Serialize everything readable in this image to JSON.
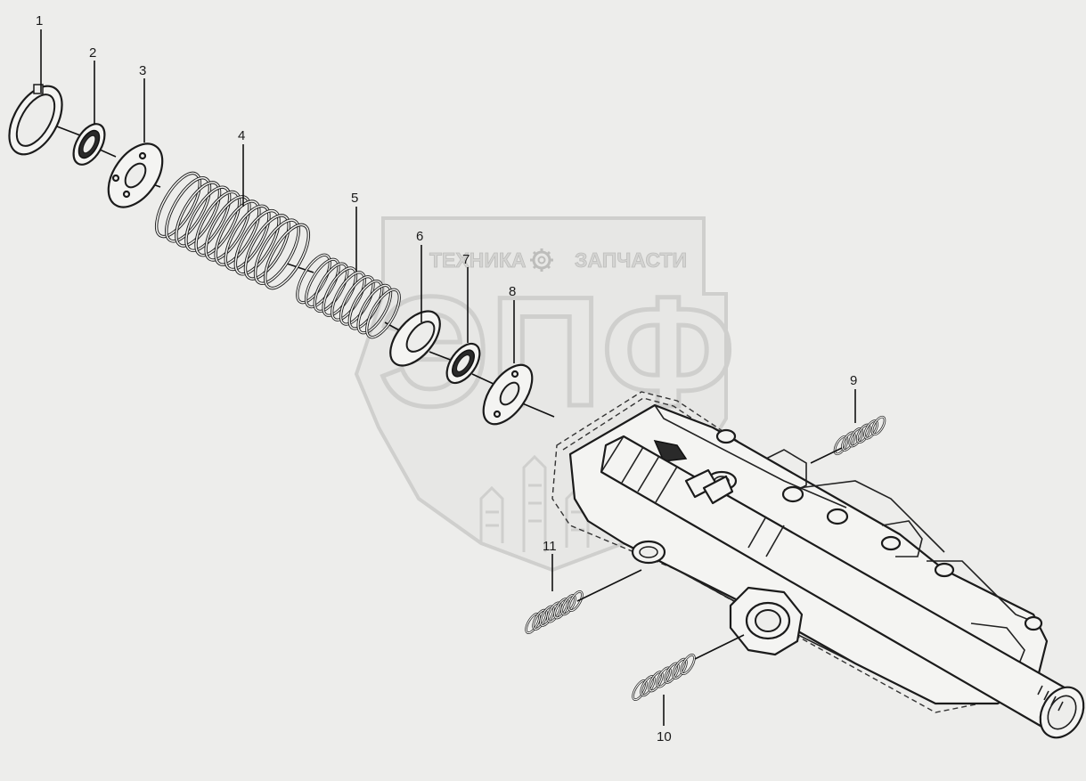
{
  "watermark": {
    "left_word": "ТЕХНИКА",
    "right_word": "ЗАПЧАСТИ",
    "gear_icon": "gear-icon",
    "monogram": "ЭПФ"
  },
  "callouts": [
    {
      "id": 1,
      "label": "1"
    },
    {
      "id": 2,
      "label": "2"
    },
    {
      "id": 3,
      "label": "3"
    },
    {
      "id": 4,
      "label": "4"
    },
    {
      "id": 5,
      "label": "5"
    },
    {
      "id": 6,
      "label": "6"
    },
    {
      "id": 7,
      "label": "7"
    },
    {
      "id": 8,
      "label": "8"
    },
    {
      "id": 9,
      "label": "9"
    },
    {
      "id": 10,
      "label": "10"
    },
    {
      "id": 11,
      "label": "11"
    }
  ]
}
